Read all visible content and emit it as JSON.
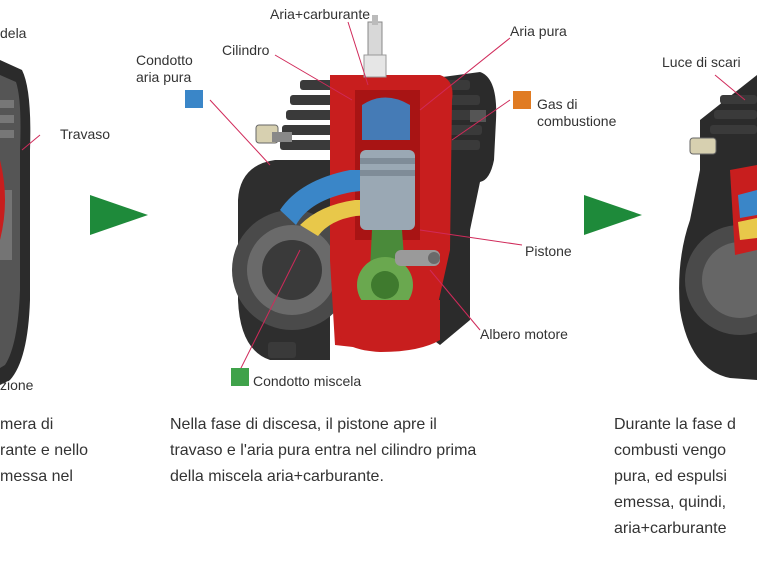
{
  "colors": {
    "fresh_air": "#3a86c8",
    "exhaust_gas": "#e07b22",
    "mixture_duct": "#3fa24a",
    "arrow": "#1e8a3a",
    "engine_red": "#c81e1e",
    "engine_dark": "#2b2b2b"
  },
  "diagram": {
    "left_panel": {
      "labels": {
        "top": "dela",
        "transfer": "Travaso",
        "bottom": "zione"
      },
      "description": [
        "mera di",
        "rante e nello",
        "messa nel"
      ]
    },
    "center_panel": {
      "labels": {
        "air_fuel": "Aria+carburante",
        "cylinder": "Cilindro",
        "clean_air_duct": "Condotto\naria pura",
        "clean_air": "Aria pura",
        "exhaust_gas": "Gas di\ncombustione",
        "piston": "Pistone",
        "crankshaft": "Albero motore",
        "mixture_duct": "Condotto miscela"
      },
      "description": [
        "Nella fase di discesa, il pistone apre il",
        "travaso e l'aria pura entra nel cilindro prima",
        "della miscela aria+carburante."
      ]
    },
    "right_panel": {
      "labels": {
        "exhaust_port": "Luce di scari"
      },
      "description": [
        "Durante la fase d",
        "combusti vengo",
        "pura, ed espulsi",
        "emessa, quindi,",
        "aria+carburante"
      ]
    }
  }
}
